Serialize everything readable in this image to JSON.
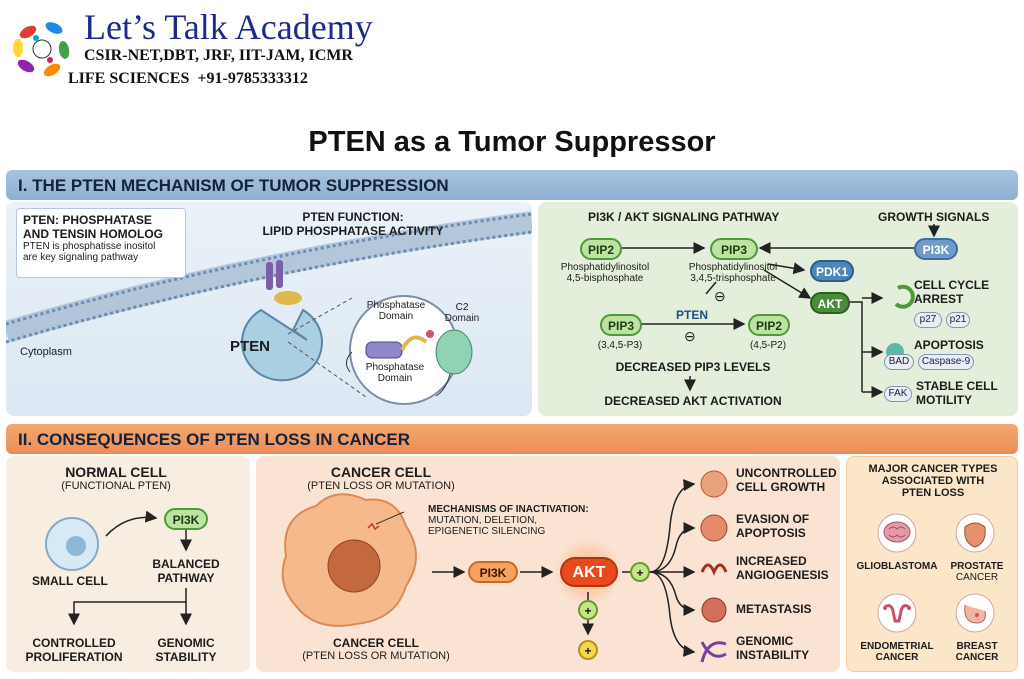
{
  "header": {
    "title": "Let’s Talk Academy",
    "line1": "CSIR-NET,DBT, JRF, IIT-JAM, ICMR",
    "line2": "LIFE SCIENCES  +91-9785333312"
  },
  "main_title": "PTEN as a Tumor Suppressor",
  "section1": {
    "heading": "I. THE PTEN MECHANISM OF TUMOR SUPPRESSION",
    "pten_box": {
      "title_line1": "PTEN: PHOSPHATASE",
      "title_line2": "AND TENSIN HOMOLOG",
      "desc_line1": "PTEN is phosphatisse inositol",
      "desc_line2": "are key signaling pathway"
    },
    "function": {
      "title_line1": "PTEN FUNCTION:",
      "title_line2": "LIPID PHOSPHATASE ACTIVITY"
    },
    "cytoplasm": "Cytoplasm",
    "pten": "PTEN",
    "domains": {
      "phosphatase_top_1": "Phosphatase",
      "phosphatase_top_2": "Domain",
      "c2_1": "C2",
      "c2_2": "Domain",
      "phosphatase_bottom_1": "Phosphatase",
      "phosphatase_bottom_2": "Domain"
    },
    "pathway": {
      "title": "PI3K / AKT SIGNALING PATHWAY",
      "growth": "GROWTH SIGNALS",
      "pi3k": "PI3K",
      "pip2": "PIP2",
      "pip2_name_1": "Phosphatidylinositol",
      "pip2_name_2": "4,5-bisphosphate",
      "pip3": "PIP3",
      "pip3_name_1": "Phosphatidylinositol",
      "pip3_name_2": "3,4,5-trisphosphate",
      "minus": "⊖",
      "pdk1": "PDK1",
      "akt": "AKT",
      "pip3_b": "PIP3",
      "pip3_b_sub": "(3,4,5-P3)",
      "pten_label": "PTEN",
      "pip2_b": "PIP2",
      "pip2_b_sub": "(4,5-P2)",
      "decreased_pip3": "DECREASED PIP3 LEVELS",
      "decreased_akt": "DECREASED AKT ACTIVATION",
      "outcomes": [
        {
          "line1": "CELL CYCLE",
          "line2": "ARREST",
          "tags": [
            "p27",
            "p21"
          ]
        },
        {
          "line1": "APOPTOSIS",
          "line2": "",
          "tags": [
            "BAD",
            "Caspase-9"
          ]
        },
        {
          "line1": "STABLE CELL",
          "line2": "MOTILITY",
          "tags": [
            "FAK"
          ]
        }
      ]
    }
  },
  "section2": {
    "heading": "II. CONSEQUENCES OF PTEN LOSS IN CANCER",
    "normal": {
      "title": "NORMAL CELL",
      "subtitle": "(FUNCTIONAL PTEN)",
      "pi3k": "PI3K",
      "small_cell": "SMALL CELL",
      "balanced_1": "BALANCED",
      "balanced_2": "PATHWAY",
      "controlled_1": "CONTROLLED",
      "controlled_2": "PROLIFERATION",
      "genomic_1": "GENOMIC",
      "genomic_2": "STABILITY"
    },
    "cancer": {
      "title": "CANCER CELL",
      "subtitle": "(PTEN LOSS OR MUTATION)",
      "mech_1": "MECHANISMS OF INACTIVATION:",
      "mech_2": "MUTATION, DELETION,",
      "mech_3": "EPIGENETIC SILENCING",
      "pi3k": "PI3K",
      "akt": "AKT",
      "plus": "+",
      "bottom_title": "CANCER CELL",
      "bottom_subtitle": "(PTEN LOSS OR MUTATION)",
      "outcomes": [
        {
          "line1": "UNCONTROLLED",
          "line2": "CELL GROWTH"
        },
        {
          "line1": "EVASION OF",
          "line2": "APOPTOSIS"
        },
        {
          "line1": "INCREASED",
          "line2": "ANGIOGENESIS"
        },
        {
          "line1": "METASTASIS",
          "line2": ""
        },
        {
          "line1": "GENOMIC",
          "line2": "INSTABILITY"
        }
      ]
    },
    "types": {
      "title_1": "MAJOR CANCER TYPES",
      "title_2": "ASSOCIATED WITH",
      "title_3": "PTEN LOSS",
      "items": [
        {
          "line1": "GLIOBLASTOMA",
          "line2": ""
        },
        {
          "line1": "PROSTATE",
          "line2": "CANCER"
        },
        {
          "line1": "ENDOMETRIAL",
          "line2": "CANCER"
        },
        {
          "line1": "BREAST",
          "line2": "CANCER"
        }
      ]
    }
  },
  "colors": {
    "blue_band": "#9bb9d8",
    "orange_band": "#ef9660",
    "green": "#4e9a3a",
    "pten_cell": "#b9d6e6",
    "akt_red": "#e84a1c"
  }
}
